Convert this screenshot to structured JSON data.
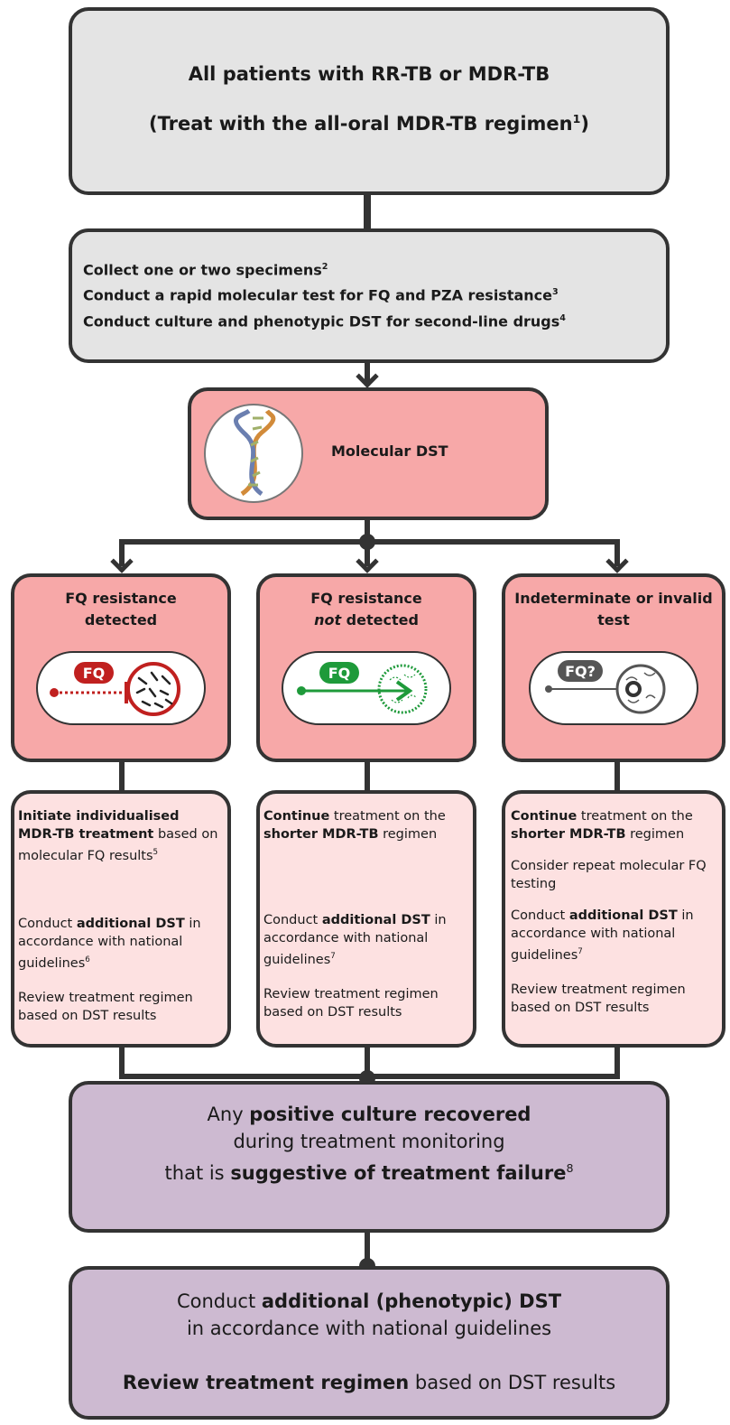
{
  "top": {
    "title": "All patients with RR-TB or MDR-TB",
    "subtitle": "(Treat with the all-oral MDR-TB regimen",
    "subtitle_sup": "1",
    "subtitle_end": ")"
  },
  "collect": {
    "line1": "Collect one or two specimens",
    "line1_sup": "2",
    "line2": "Conduct a rapid molecular test for FQ and PZA resistance",
    "line2_sup": "3",
    "line3": "Conduct culture and phenotypic DST for second-line drugs",
    "line3_sup": "4"
  },
  "molecular": {
    "label": "Molecular DST"
  },
  "branches": [
    {
      "title_a": "FQ resistance",
      "title_b": "detected",
      "pill": "FQ",
      "p1_bold": "Initiate individualised MDR-TB treatment",
      "p1_rest": " based on molecular FQ results",
      "p1_sup": "5",
      "p3_pre": "Conduct ",
      "p3_bold": "additional DST",
      "p3_post": " in accordance with national guidelines",
      "p3_sup": "6",
      "p4": "Review treatment regimen based on DST results"
    },
    {
      "title_a": "FQ resistance",
      "title_b_em": "not",
      "title_b_rest": " detected",
      "pill": "FQ",
      "p1_bold": "Continue",
      "p1_mid": " treatment on the ",
      "p1_bold2": "shorter MDR-TB",
      "p1_end": " regimen",
      "p3_pre": "Conduct ",
      "p3_bold": "additional DST",
      "p3_post": " in accordance with national guidelines",
      "p3_sup": "7",
      "p4": "Review treatment regimen based on DST results"
    },
    {
      "title_a": "Indeterminate or invalid",
      "title_b": "test",
      "pill": "FQ?",
      "p1_bold": "Continue",
      "p1_mid": " treatment on the ",
      "p1_bold2": "shorter MDR-TB",
      "p1_end": " regimen",
      "p2": "Consider repeat molecular FQ testing",
      "p3_pre": "Conduct ",
      "p3_bold": "additional DST",
      "p3_post": " in accordance with national guidelines",
      "p3_sup": "7",
      "p4": "Review treatment regimen based on DST results"
    }
  ],
  "culture": {
    "pre": "Any ",
    "bold1": "positive culture recovered",
    "line2": "during treatment monitoring",
    "line3_pre": "that is ",
    "bold2": "suggestive of treatment failure",
    "sup": "8"
  },
  "final": {
    "pre": "Conduct ",
    "bold1": "additional (phenotypic) DST",
    "line2": "in accordance with national guidelines",
    "bold2": "Review treatment regimen",
    "post": " based on DST results"
  },
  "colors": {
    "gray": "#e4e4e4",
    "pink": "#f7a8a8",
    "lightpink": "#fde1e1",
    "purple": "#cdbad1",
    "red": "#c0201f",
    "green": "#1e9a3a",
    "darkgray": "#555555"
  },
  "icons": [
    "dna-icon",
    "fq-resistant-icon",
    "fq-susceptible-icon",
    "fq-indeterminate-icon"
  ]
}
